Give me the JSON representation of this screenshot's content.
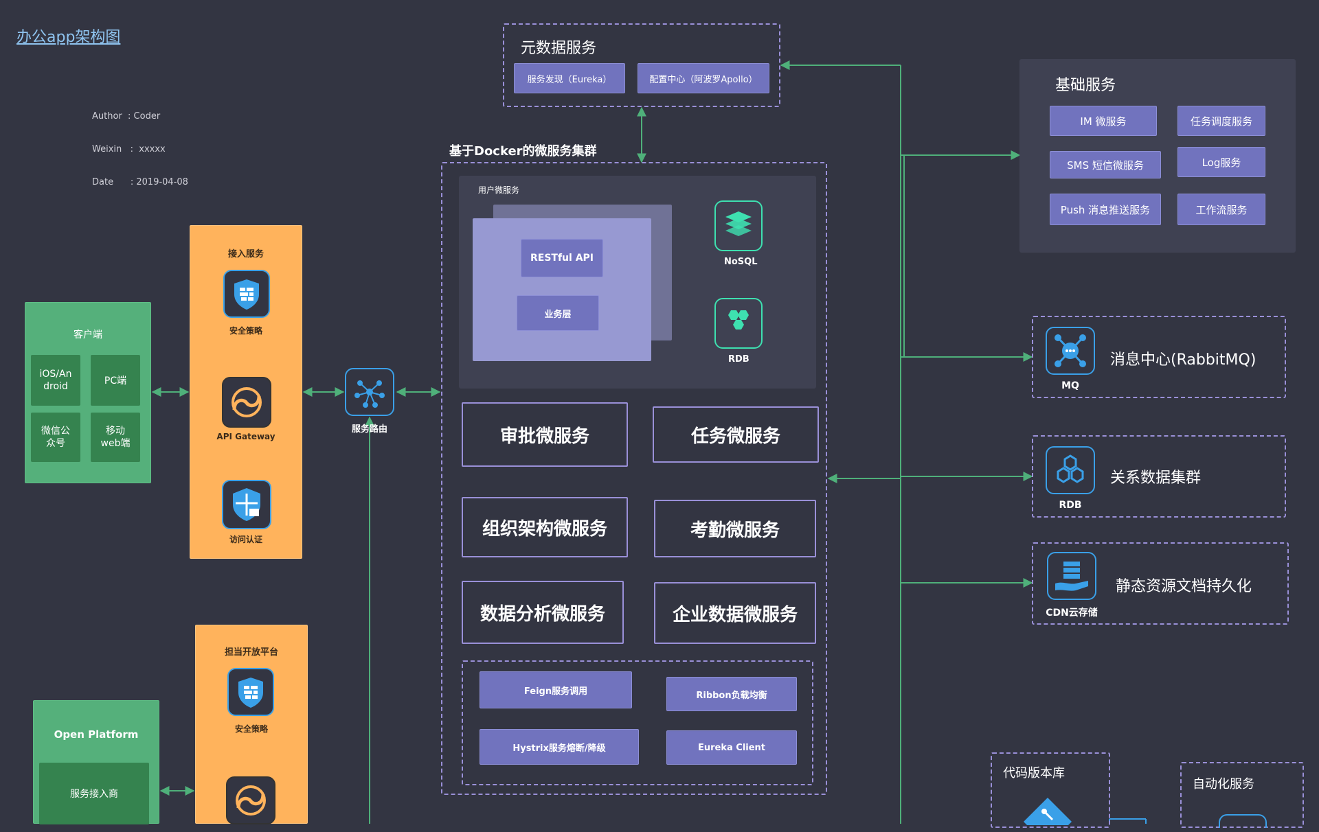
{
  "title": "办公app架构图",
  "meta": {
    "author": "Author  : Coder",
    "weixin": "Weixin   :  xxxxx",
    "date": "Date      : 2019-04-08"
  },
  "metadata_service": {
    "title": "元数据服务",
    "items": [
      "服务发现（Eureka）",
      "配置中心（阿波罗Apollo）"
    ]
  },
  "cluster": {
    "title": "基于Docker的微服务集群",
    "user_service": {
      "label": "用户微服务",
      "restful": "RESTful API",
      "business": "业务层",
      "nosql": "NoSQL",
      "rdb": "RDB"
    },
    "services": [
      "审批微服务",
      "任务微服务",
      "组织架构微服务",
      "考勤微服务",
      "数据分析微服务",
      "企业数据微服务"
    ],
    "components": [
      "Feign服务调用",
      "Ribbon负载均衡",
      "Hystrix服务熔断/降级",
      "Eureka Client"
    ]
  },
  "client": {
    "title": "客户端",
    "items": [
      "iOS/An\ndroid",
      "PC端",
      "微信公\n众号",
      "移动\nweb端"
    ]
  },
  "access": {
    "title": "接入服务",
    "security": "安全策略",
    "gateway": "API Gateway",
    "auth": "访问认证"
  },
  "router": {
    "label": "服务路由"
  },
  "open_platform": {
    "title": "Open Platform",
    "provider": "服务接入商"
  },
  "open_access": {
    "title": "担当开放平台",
    "security": "安全策略"
  },
  "base_services": {
    "title": "基础服务",
    "items": [
      "IM 微服务",
      "任务调度服务",
      "SMS 短信微服务",
      "Log服务",
      "Push 消息推送服务",
      "工作流服务"
    ]
  },
  "mq": {
    "icon_label": "MQ",
    "title": "消息中心(RabbitMQ)"
  },
  "rdb_cluster": {
    "icon_label": "RDB",
    "title": "关系数据集群"
  },
  "cdn": {
    "icon_label": "CDN云存储",
    "title": "静态资源文档持久化"
  },
  "code_repo": {
    "title": "代码版本库"
  },
  "automation": {
    "title": "自动化服务"
  },
  "colors": {
    "background": "#333542",
    "line": "#4fb07a",
    "purple": "#7173be",
    "orange": "#ffb35c",
    "green": "#55b07b",
    "icon_blue": "#3aa0e8",
    "icon_teal": "#3ee0b0"
  }
}
